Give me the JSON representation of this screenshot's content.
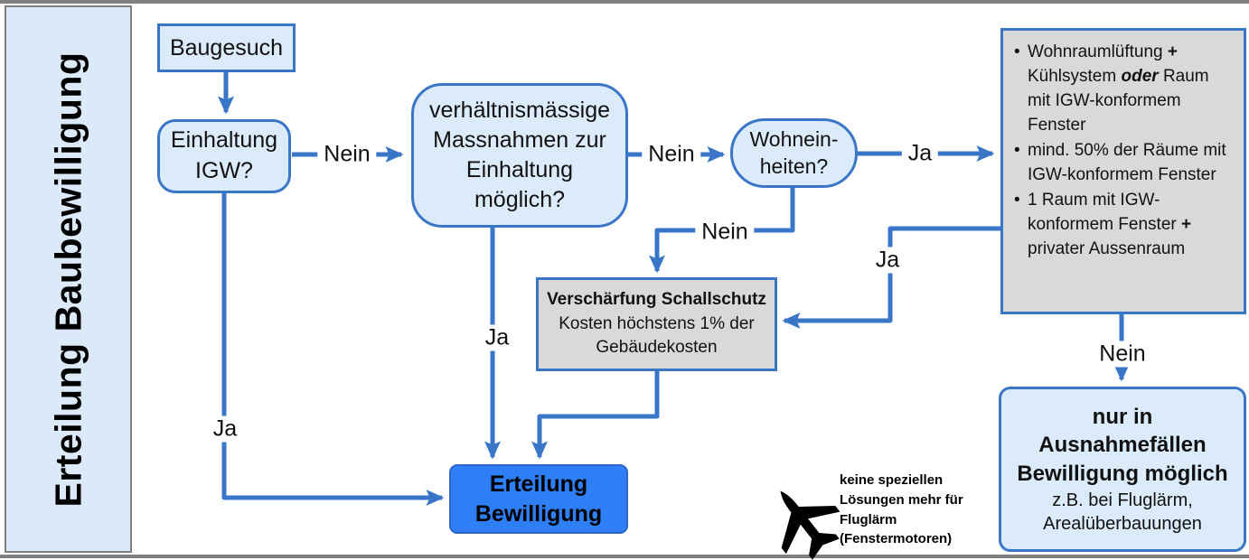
{
  "sidebar": {
    "title": "Erteilung Baubewilligung"
  },
  "nodes": {
    "baugesuch": {
      "label": "Baugesuch"
    },
    "einhaltung_igw": {
      "lines": [
        "Einhaltung",
        "IGW?"
      ]
    },
    "massnahmen": {
      "lines": [
        "verhältnismässige",
        "Massnahmen zur",
        "Einhaltung",
        "möglich?"
      ]
    },
    "wohneinheiten": {
      "lines": [
        "Wohnein-",
        "heiten?"
      ]
    },
    "requirements": {
      "bullet_glyph": "•",
      "bullet1": {
        "t1": "Wohnraumlüftung ",
        "plus": "+",
        "t2": " Kühlsystem ",
        "oder": "oder",
        "t3": " Raum mit IGW-konformem Fenster"
      },
      "bullet2": "mind. 50% der Räume mit IGW-konformem Fenster",
      "bullet3": {
        "t1": "1 Raum mit IGW-konformem Fenster ",
        "plus": "+",
        "t2": " privater Aussenraum"
      }
    },
    "schallschutz": {
      "title": "Verschärfung Schallschutz",
      "body_lines": [
        "Kosten höchstens 1% der",
        "Gebäudekosten"
      ]
    },
    "erteilung": {
      "lines": [
        "Erteilung",
        "Bewilligung"
      ]
    },
    "ausnahme": {
      "bold_lines": [
        "nur in",
        "Ausnahmefällen",
        "Bewilligung möglich"
      ],
      "normal_lines": [
        "z.B. bei Fluglärm,",
        "Arealüberbauungen"
      ]
    }
  },
  "edge_labels": {
    "igw_nein": "Nein",
    "massnahmen_nein": "Nein",
    "wohneinheiten_ja": "Ja",
    "wohneinheiten_nein": "Nein",
    "requirements_ja": "Ja",
    "massnahmen_ja": "Ja",
    "igw_ja": "Ja",
    "requirements_nein": "Nein"
  },
  "note": {
    "lines": [
      "keine speziellen",
      "Lösungen mehr für",
      "Fluglärm",
      "(Fenstermotoren)"
    ]
  },
  "colors": {
    "line_blue": "#3a76c8",
    "light_blue_fill": "#dcebfa",
    "bright_blue_fill": "#2e7ef5",
    "gray_fill": "#d9d9d9",
    "rule_gray": "#7f7f7f"
  }
}
